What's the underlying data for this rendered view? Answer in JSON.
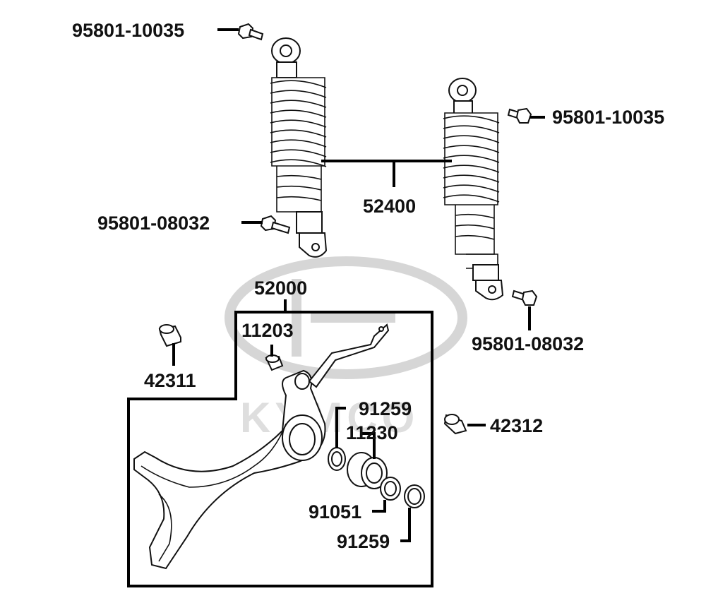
{
  "watermark": {
    "text": "KYMCO"
  },
  "parts": {
    "bolt_top_left": "95801-10035",
    "bolt_top_right": "95801-10035",
    "shock_absorber": "52400",
    "bolt_bottom_left": "95801-08032",
    "bolt_bottom_right": "95801-08032",
    "bracket_assembly": "52000",
    "collar_11203": "11203",
    "collar_42311": "42311",
    "collar_42312": "42312",
    "oil_seal_upper": "91259",
    "bearing_housing": "11230",
    "bearing": "91051",
    "oil_seal_lower": "91259"
  }
}
